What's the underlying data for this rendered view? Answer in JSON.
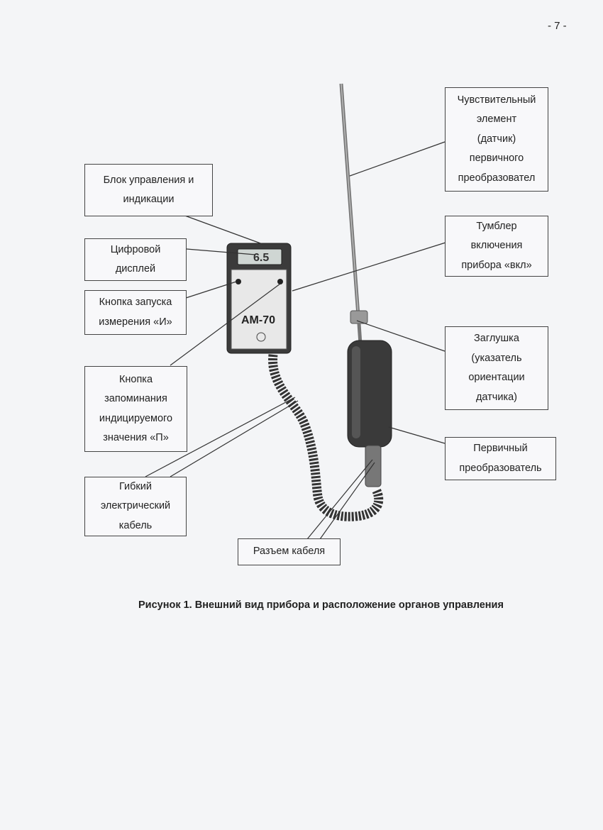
{
  "page": {
    "number": "- 7 -"
  },
  "device": {
    "model": "АМ-70",
    "display_value": "6.5"
  },
  "callouts": {
    "sensor_element": "Чувствительный\nэлемент\n(датчик)\nпервичного\nпреобразовател",
    "control_unit": "Блок управления и\nиндикации",
    "digital_display": "Цифровой\nдисплей",
    "power_toggle": "Тумблер\nвключения\nприбора «вкл»",
    "measure_button": "Кнопка запуска\nизмерения «И»",
    "plug": "Заглушка\n(указатель\nориентации\nдатчика)",
    "memory_button": "Кнопка\nзапоминания\nиндицируемого\nзначения «П»",
    "primary_converter": "Первичный\nпреобразователь",
    "flexible_cable": "Гибкий\nэлектрический\nкабель",
    "cable_connector": "Разъем кабеля"
  },
  "caption": "Рисунок 1. Внешний вид прибора и расположение органов управления"
}
